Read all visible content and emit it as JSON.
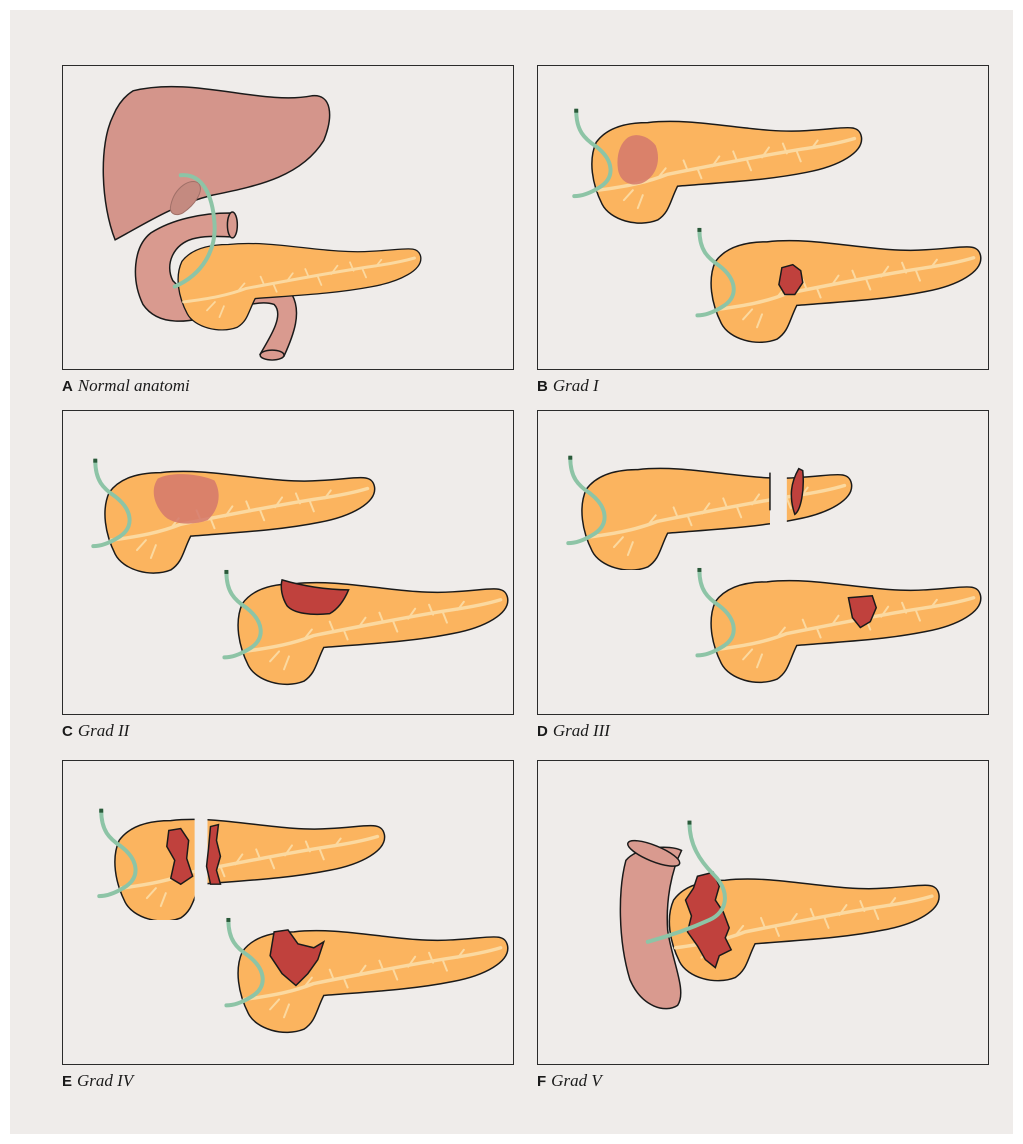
{
  "panels": [
    {
      "letter": "A",
      "caption": "Normal anatomi"
    },
    {
      "letter": "B",
      "caption": "Grad I"
    },
    {
      "letter": "C",
      "caption": "Grad II"
    },
    {
      "letter": "D",
      "caption": "Grad III"
    },
    {
      "letter": "E",
      "caption": "Grad IV"
    },
    {
      "letter": "F",
      "caption": "Grad V"
    }
  ],
  "colors": {
    "pancreas": "#fbb45f",
    "duct": "#fbd9a0",
    "liver": "#d4958b",
    "duodenum": "#d99a8f",
    "contusion": "#d3786c",
    "laceration": "#c0413d",
    "bile_duct": "#8dc4a6",
    "background": "#efecea"
  }
}
